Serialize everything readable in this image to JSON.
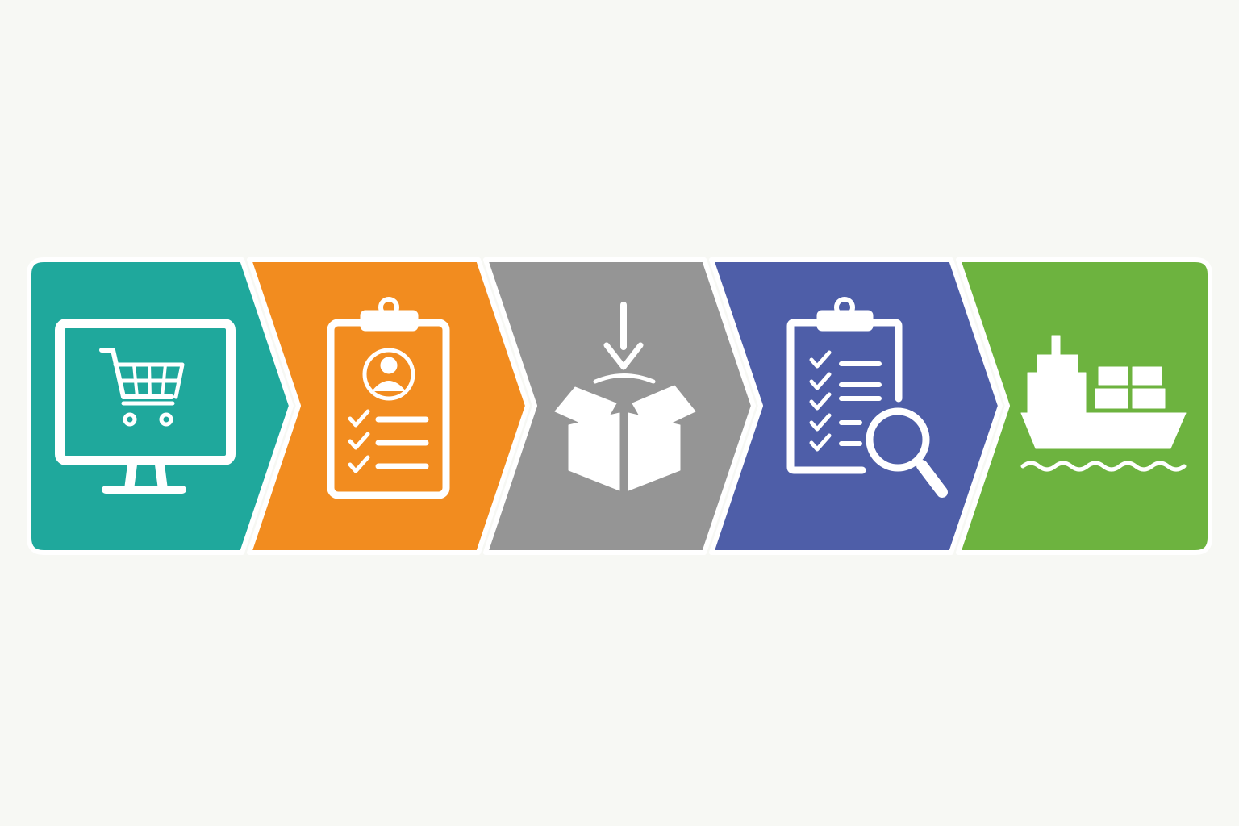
{
  "process": {
    "steps": [
      {
        "id": "order",
        "icon": "computer-shopping-cart-icon",
        "color": "#1fa89c"
      },
      {
        "id": "review",
        "icon": "clipboard-profile-checklist-icon",
        "color": "#f28c1f"
      },
      {
        "id": "pack",
        "icon": "box-packing-icon",
        "color": "#959595"
      },
      {
        "id": "inspect",
        "icon": "clipboard-magnifier-icon",
        "color": "#4e5ea8"
      },
      {
        "id": "ship",
        "icon": "cargo-ship-icon",
        "color": "#6db33f"
      }
    ],
    "separator_color": "#ffffff",
    "icon_color": "#ffffff"
  }
}
